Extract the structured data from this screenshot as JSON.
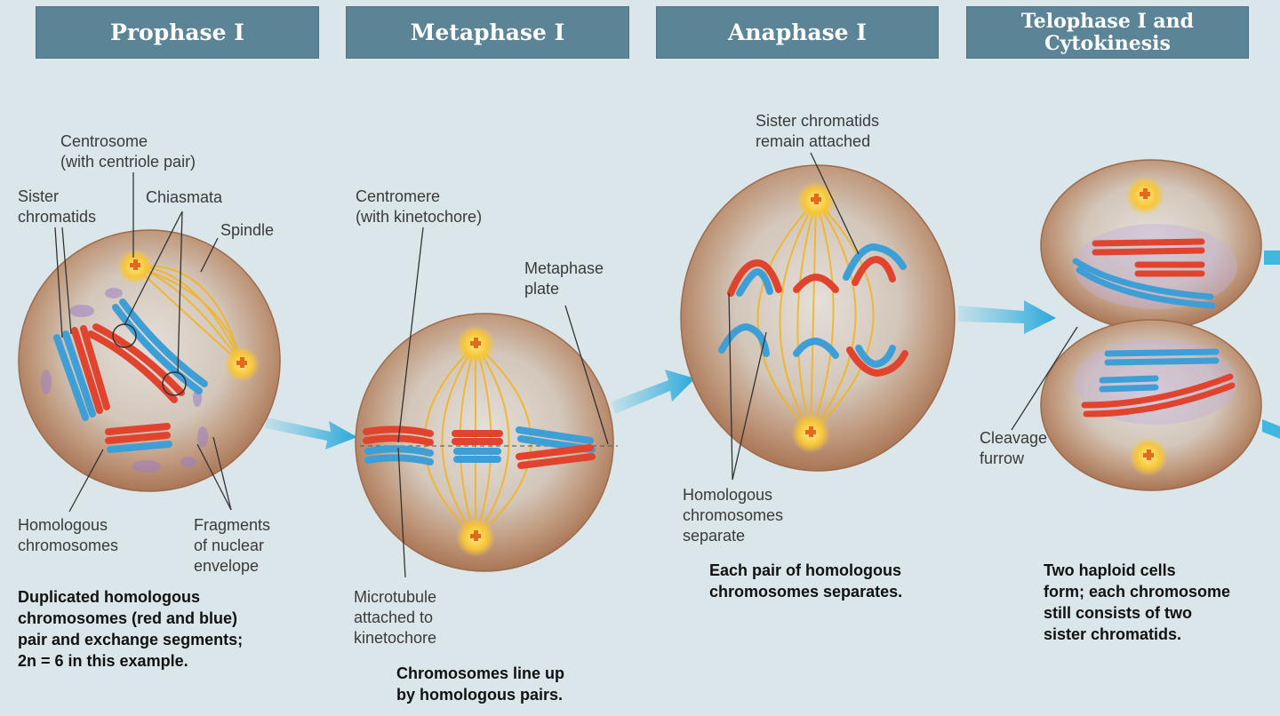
{
  "headers": {
    "prophase": "Prophase I",
    "metaphase": "Metaphase I",
    "anaphase": "Anaphase I",
    "telophase_line1": "Telophase I and",
    "telophase_line2": "Cytokinesis"
  },
  "labels": {
    "centrosome": "Centrosome\n(with centriole pair)",
    "sister_chromatids": "Sister\nchromatids",
    "chiasmata": "Chiasmata",
    "spindle": "Spindle",
    "homologous_chromosomes": "Homologous\nchromosomes",
    "fragments": "Fragments\nof nuclear\nenvelope",
    "centromere": "Centromere\n(with kinetochore)",
    "metaphase_plate": "Metaphase\nplate",
    "microtubule": "Microtubule\nattached to\nkinetochore",
    "sister_remain": "Sister chromatids\nremain attached",
    "homologous_separate": "Homologous\nchromosomes\nseparate",
    "cleavage_furrow": "Cleavage\nfurrow"
  },
  "captions": {
    "prophase": "Duplicated homologous\nchromosomes (red and blue)\npair and exchange segments;\n2n = 6 in this example.",
    "metaphase": "Chromosomes line up\nby homologous pairs.",
    "anaphase": "Each pair of homologous\nchromosomes separates.",
    "telophase": "Two haploid cells\nform; each chromosome\nstill consists of two\nsister chromatids."
  },
  "colors": {
    "header_bg": "#5b8496",
    "background": "#dbe6ea",
    "cell": "#b88a6a",
    "chromosome_red": "#e0442e",
    "chromosome_blue": "#3e9fd6",
    "spindle": "#f2b41c",
    "arrow": "#3fb7e0"
  }
}
